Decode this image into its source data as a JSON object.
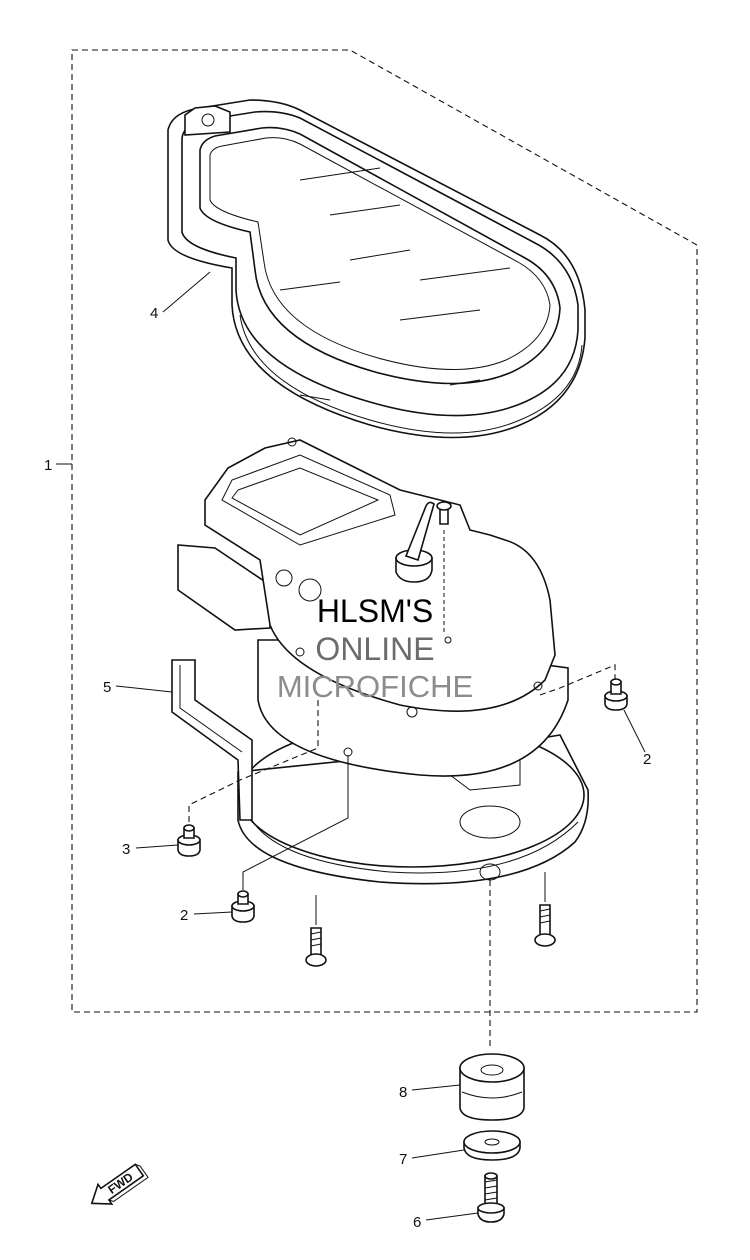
{
  "callouts": {
    "c1": "1",
    "c2a": "2",
    "c2b": "2",
    "c3": "3",
    "c4": "4",
    "c5": "5",
    "c6": "6",
    "c7": "7",
    "c8": "8"
  },
  "watermark": {
    "line1": "HLSM'S",
    "line2": "ONLINE",
    "line3": "MICROFICHE"
  },
  "fwd_label": "FWD"
}
